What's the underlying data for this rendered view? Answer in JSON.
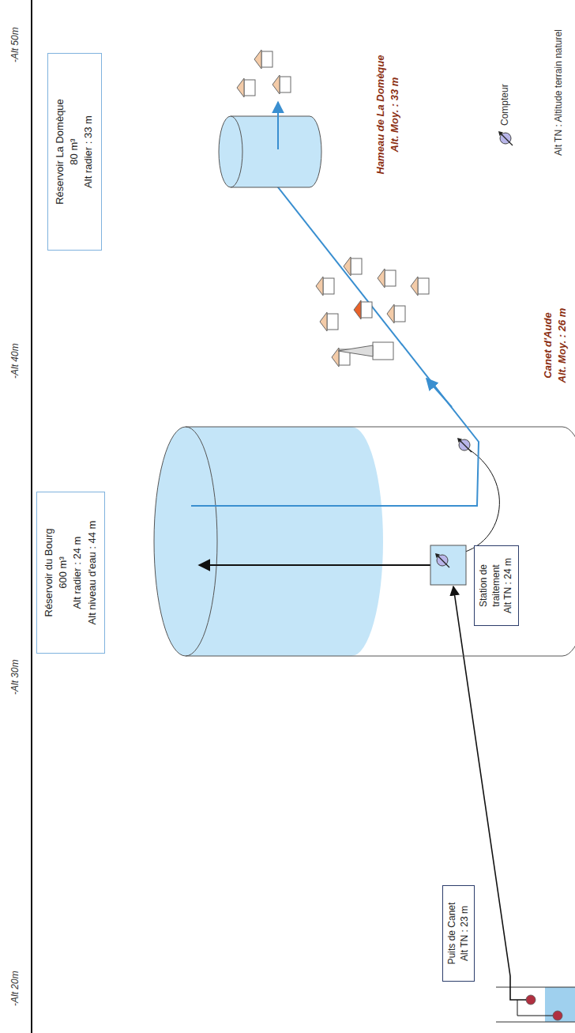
{
  "diagram": {
    "nodes": [
      {
        "text": [
          "Puits de Canet",
          "Alt TN : 23 m"
        ]
      },
      {
        "text": [
          "Station de traitement",
          "Alt TN : 24 m"
        ]
      },
      {
        "text": [
          "Réservoir du Bourg",
          "600 m³",
          "Alt radier : 24 m",
          "Alt niveau d'eau : 44 m"
        ]
      },
      {
        "text": [
          "Réservoir La Domèque",
          "80 m³",
          "Alt radier : 33 m"
        ]
      }
    ],
    "labels": [
      "-Alt 50m",
      "-Alt 40m",
      "-Alt 30m",
      "-Alt 20m",
      "Canet d'Aude",
      "Alt. Moy. : 26 m",
      "Hameau de La Domèque",
      "Alt. Moy. : 33 m"
    ],
    "legend": [
      {
        "text": "Compteur"
      },
      {
        "text": "Alt TN : Altitude terrain naturel"
      }
    ]
  }
}
